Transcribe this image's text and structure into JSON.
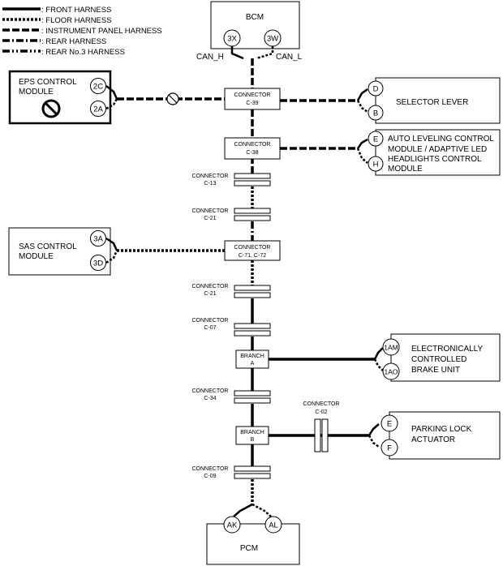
{
  "legend": [
    {
      "style": "front",
      "label": ": FRONT HARNESS"
    },
    {
      "style": "floor",
      "label": ": FLOOR HARNESS"
    },
    {
      "style": "ip",
      "label": ": INSTRUMENT PANEL HARNESS"
    },
    {
      "style": "rear",
      "label": ": REAR HARNESS"
    },
    {
      "style": "rear3",
      "label": ": REAR No.3 HARNESS"
    }
  ],
  "modules": {
    "bcm": {
      "name": "BCM",
      "pins": [
        "3X",
        "3W"
      ],
      "can_h": "CAN_H",
      "can_l": "CAN_L"
    },
    "eps": {
      "name_line1": "EPS CONTROL",
      "name_line2": "MODULE",
      "pins": [
        "2C",
        "2A"
      ],
      "icon": "prohibited-icon"
    },
    "selector": {
      "name": "SELECTOR LEVER",
      "pins": [
        "D",
        "B"
      ]
    },
    "auto_leveling": {
      "line1": "AUTO LEVELING CONTROL",
      "line2": "MODULE / ADAPTIVE LED",
      "line3": "HEADLIGHTS CONTROL",
      "line4": "MODULE",
      "pins": [
        "E",
        "H"
      ]
    },
    "sas": {
      "name_line1": "SAS CONTROL",
      "name_line2": "MODULE",
      "pins": [
        "3A",
        "3D"
      ]
    },
    "ecbu": {
      "line1": "ELECTRONICALLY",
      "line2": "CONTROLLED",
      "line3": "BRAKE UNIT",
      "pins": [
        "1AM",
        "1AO"
      ]
    },
    "parking": {
      "line1": "PARKING LOCK",
      "line2": "ACTUATOR",
      "pins": [
        "E",
        "F"
      ]
    },
    "pcm": {
      "name": "PCM",
      "pins": [
        "AK",
        "AL"
      ]
    }
  },
  "connectors": {
    "c39": {
      "line1": "CONNECTOR",
      "line2": "C-39"
    },
    "c38": {
      "line1": "CONNECTOR",
      "line2": "C-38"
    },
    "c13": {
      "line1": "CONNECTOR",
      "line2": "C-13"
    },
    "c21a": {
      "line1": "CONNECTOR",
      "line2": "C-21"
    },
    "c71": {
      "line1": "CONNECTOR",
      "line2": "C-71, C-72"
    },
    "c21b": {
      "line1": "CONNECTOR",
      "line2": "C-21"
    },
    "c07": {
      "line1": "CONNECTOR",
      "line2": "C-07"
    },
    "branch_a": {
      "line1": "BRANCH",
      "line2": "A"
    },
    "c34": {
      "line1": "CONNECTOR",
      "line2": "C-34"
    },
    "branch_b": {
      "line1": "BRANCH",
      "line2": "B"
    },
    "c02": {
      "line1": "CONNECTOR",
      "line2": "C-02"
    },
    "c09": {
      "line1": "CONNECTOR",
      "line2": "C-09"
    }
  }
}
